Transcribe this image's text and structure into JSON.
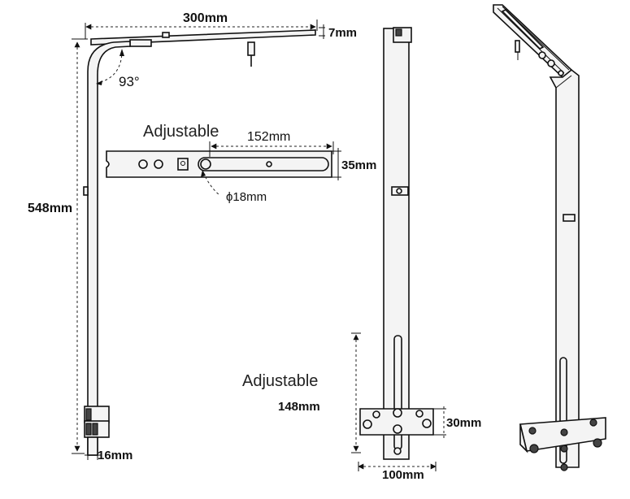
{
  "dimensions": {
    "width_top": "300mm",
    "thickness_top": "7mm",
    "angle": "93°",
    "height": "548mm",
    "base_width": "16mm",
    "slot_length": "152mm",
    "plate_height": "35mm",
    "hole_diameter": "ϕ18mm",
    "adjust_range": "148mm",
    "plate2_height": "30mm",
    "plate2_width": "100mm"
  },
  "labels": {
    "adjustable_top": "Adjustable",
    "adjustable_bottom": "Adjustable"
  }
}
